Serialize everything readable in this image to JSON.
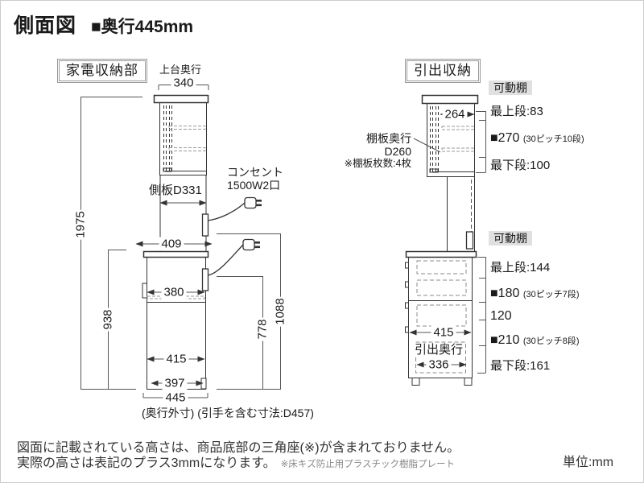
{
  "title": {
    "name": "側面図",
    "depth": "■奥行445mm"
  },
  "unit": "単位:mm",
  "notes": {
    "line1": "図面に記載されている高さは、商品底部の三角座(※)が含まれておりません。",
    "line2": "実際の高さは表記のプラス3mmになります。",
    "line2_note": "※床キズ防止用プラスチック樹脂プレート"
  },
  "left_unit": {
    "label": "家電収納部",
    "top_depth_label": "上台奥行",
    "top_depth": "340",
    "side_panel": "側板D331",
    "outlet_label1": "コンセント",
    "outlet_label2": "1500W2口",
    "dim_409": "409",
    "dim_380": "380",
    "dim_415": "415",
    "dim_397": "397",
    "dim_445": "445",
    "height_total": "1975",
    "height_base": "938",
    "height_778": "778",
    "height_1088": "1088",
    "caption": "(奥行外寸) (引手を含む寸法:D457)"
  },
  "right_unit": {
    "label": "引出収納",
    "dim_264": "264",
    "shelf_depth_label": "棚板奥行",
    "shelf_depth": "D260",
    "shelf_count": "※棚板枚数:4枚",
    "upper": {
      "tag": "可動棚",
      "top": "最上段:83",
      "pitch": "■270",
      "pitch_note": "(30ピッチ10段)",
      "bottom": "最下段:100"
    },
    "lower": {
      "tag": "可動棚",
      "top": "最上段:144",
      "pitch1": "■180",
      "pitch1_note": "(30ピッチ7段)",
      "mid": "120",
      "pitch2": "■210",
      "pitch2_note": "(30ピッチ8段)",
      "bottom": "最下段:161"
    },
    "dim_415": "415",
    "drawer_depth_label": "引出奥行",
    "dim_336": "336"
  }
}
